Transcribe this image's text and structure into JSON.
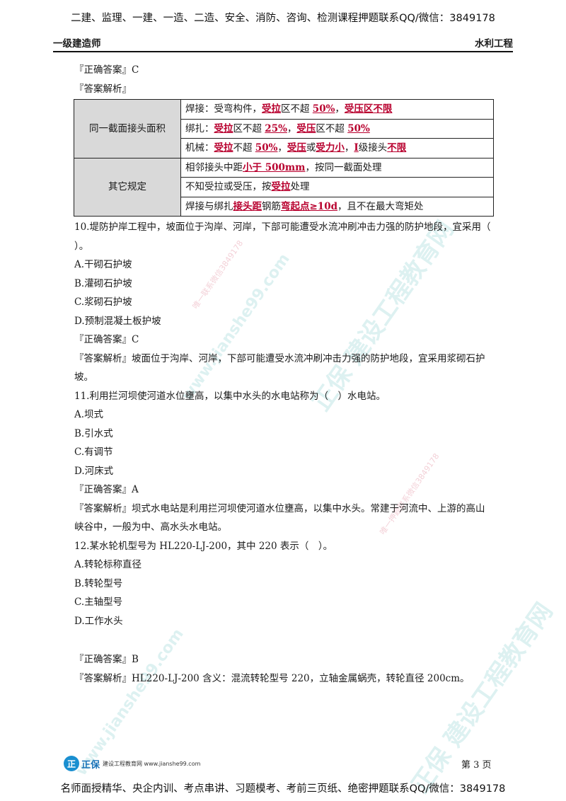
{
  "banner_top": "二建、监理、一建、一造、二造、安全、消防、咨询、检测课程押题联系QQ/微信：3849178",
  "header": {
    "left": "一级建造师",
    "right": "水利工程"
  },
  "prev": {
    "answer": "『正确答案』C",
    "analysis_label": "『答案解析』"
  },
  "table": {
    "cat1": "同一截面接头面积",
    "r1": {
      "a": "焊接：受弯构件，",
      "b": "受拉",
      "c": "区不超 ",
      "d": "50%",
      "e": "，",
      "f": "受压区不限"
    },
    "r2": {
      "a": "绑扎：",
      "b": "受拉",
      "c": "区不超 ",
      "d": "25%",
      "e": "，",
      "f": "受压",
      "g": "区不超 ",
      "h": "50%"
    },
    "r3": {
      "a": "机械：",
      "b": "受拉",
      "c": "不超 ",
      "d": "50%",
      "e": "，",
      "f": "受压",
      "g": "或",
      "h": "受力小",
      "i": "，",
      "j": "Ⅰ",
      "k": "级接头",
      "l": "不限"
    },
    "cat2": "其它规定",
    "r4": {
      "a": "相邻接头中距",
      "b": "小于 500mm",
      "c": "，按同一截面处理"
    },
    "r5": {
      "a": "不知受拉或受压，按",
      "b": "受拉",
      "c": "处理"
    },
    "r6": {
      "a": "焊接与绑扎",
      "b": "接头距",
      "c": "钢筋",
      "d": "弯起点≥10d",
      "e": "，且不在最大弯矩处"
    }
  },
  "q10": {
    "stem_line1": "10.堤防护岸工程中，坡面位于沟岸、河岸，下部可能遭受水流冲刷冲击力强的防护地段，宜采用（",
    "stem_line2": "）。",
    "options": [
      "A.干砌石护坡",
      "B.灌砌石护坡",
      "C.浆砌石护坡",
      "D.预制混凝土板护坡"
    ],
    "answer": "『正确答案』C",
    "analysis": "『答案解析』坡面位于沟岸、河岸，下部可能遭受水流冲刷冲击力强的防护地段，宜采用浆砌石护坡。"
  },
  "q11": {
    "stem": "11.利用拦河坝使河道水位壅高，以集中水头的水电站称为（　）水电站。",
    "options": [
      "A.坝式",
      "B.引水式",
      "C.有调节",
      "D.河床式"
    ],
    "answer": "『正确答案』A",
    "analysis": "『答案解析』坝式水电站是利用拦河坝使河道水位壅高，以集中水头。常建于河流中、上游的高山峡谷中，一般为中、高水头水电站。"
  },
  "q12": {
    "stem": "12.某水轮机型号为 HL220-LJ-200，其中 220 表示（　）。",
    "options": [
      "A.转轮标称直径",
      "B.转轮型号",
      "C.主轴型号",
      "D.工作水头"
    ],
    "answer": "『正确答案』B",
    "analysis": "『答案解析』HL220-LJ-200 含义：混流转轮型号 220，立轴金属蜗壳，转轮直径 200cm。"
  },
  "watermarks": {
    "brand": "正保 建设工程教育网",
    "url": "www.jianshe99.com",
    "contact1": "唯一联系微信3849178",
    "contact2": "唯一押题联系微信3849178"
  },
  "footer": {
    "logo_mark": "正",
    "logo_brand": "正保",
    "logo_sub": "建设工程教育网 www.jianshe99.com",
    "page": "第 3 页"
  },
  "banner_bottom": "名师面授精华、央企内训、考点串讲、习题模考、考前三页纸、绝密押题联系QQ/微信：3849178",
  "colors": {
    "highlight": "#b8002e",
    "table_header_bg": "#d9d9d9",
    "logo": "#1a8fd0"
  }
}
